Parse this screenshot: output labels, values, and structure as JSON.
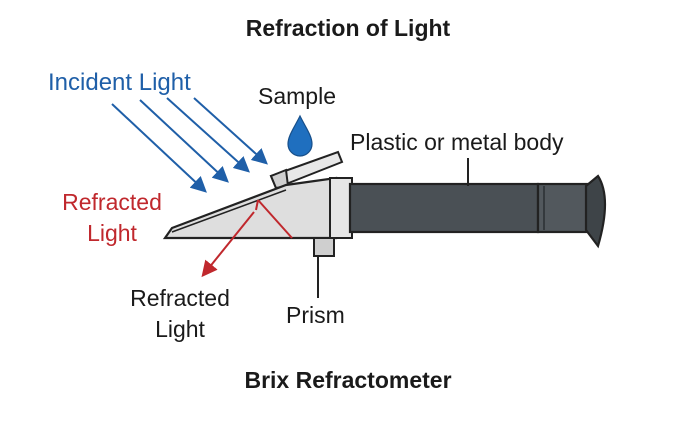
{
  "diagram": {
    "title": "Refraction of Light",
    "caption": "Brix Refractometer",
    "labels": {
      "incident_light": "Incident Light",
      "sample": "Sample",
      "body": "Plastic or metal body",
      "refracted_light_red_line1": "Refracted",
      "refracted_light_red_line2": "Light",
      "refracted_light_black_line1": "Refracted",
      "refracted_light_black_line2": "Light",
      "prism": "Prism"
    },
    "colors": {
      "incident": "#1f5fa8",
      "refracted": "#c0282d",
      "body_dark": "#4a5055",
      "prism_light": "#dcdcdc",
      "outline": "#222222",
      "sample_drop": "#1f6fbf"
    }
  }
}
